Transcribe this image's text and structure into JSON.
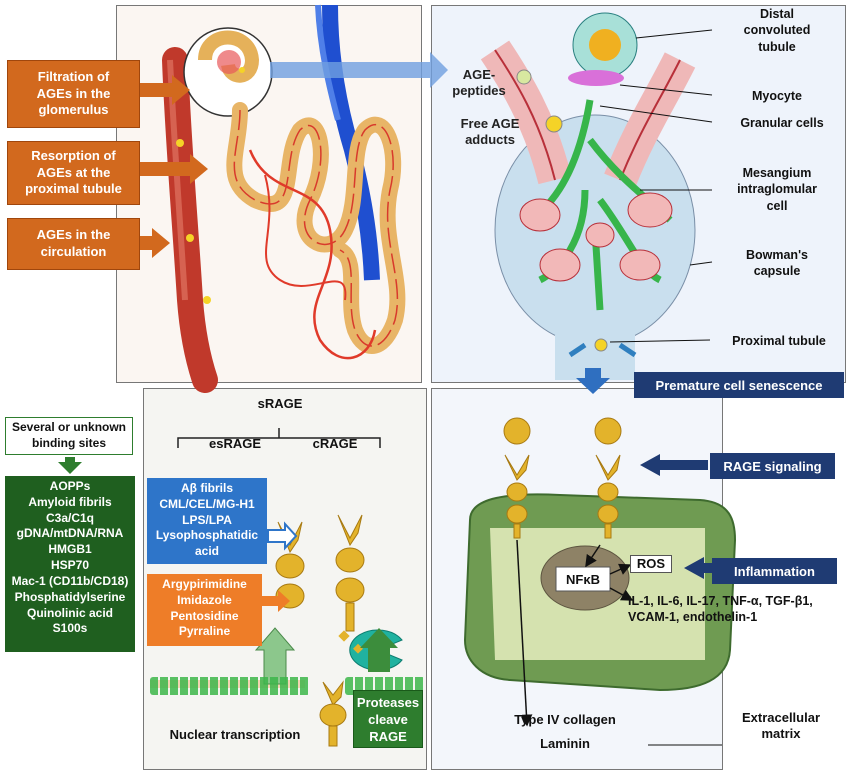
{
  "colors": {
    "orange": "#d2691e",
    "navy": "#1f3b73",
    "dark_green": "#1f5f1f",
    "blue_box": "#2e75c9",
    "orange_box": "#ee7d28",
    "arrow_blue": "#4a7cc4"
  },
  "left_labels": [
    {
      "text": "Filtration of AGEs in the glomerulus",
      "lines": [
        "Filtration of",
        "AGEs in the",
        "glomerulus"
      ]
    },
    {
      "text": "Resorption of AGEs at the proximal tubule",
      "lines": [
        "Resorption of",
        "AGEs at the",
        "proximal tubule"
      ]
    },
    {
      "text": "AGEs in the circulation",
      "lines": [
        "AGEs in the",
        "circulation"
      ]
    }
  ],
  "glomerulus": {
    "age_peptides": [
      "AGE-",
      "peptides"
    ],
    "free_age_adducts": [
      "Free AGE",
      "adducts"
    ],
    "right_labels": [
      {
        "lines": [
          "Distal",
          "convoluted",
          "tubule"
        ]
      },
      {
        "lines": [
          "Myocyte"
        ]
      },
      {
        "lines": [
          "Granular cells"
        ]
      },
      {
        "lines": [
          "Mesangium",
          "intraglomular",
          "cell"
        ]
      },
      {
        "lines": [
          "Bowman's",
          "capsule"
        ]
      },
      {
        "lines": [
          "Proximal tubule"
        ]
      }
    ]
  },
  "senescence": "Premature cell senescence",
  "srage": {
    "title": "sRAGE",
    "esrage": "esRAGE",
    "crage": "cRAGE",
    "unknown_box": [
      "Several or unknown",
      "binding sites"
    ],
    "ligands_green": [
      "AOPPs",
      "Amyloid fibrils",
      "C3a/C1q",
      "gDNA/mtDNA/RNA",
      "HMGB1",
      "HSP70",
      "Mac-1 (CD11b/CD18)",
      "Phosphatidylserine",
      "Quinolinic acid",
      "S100s"
    ],
    "ligands_blue": [
      "Aβ fibrils",
      "CML/CEL/MG-H1",
      "LPS/LPA",
      "Lysophosphatidic",
      "acid"
    ],
    "ligands_orange": [
      "Argypirimidine",
      "Imidazole",
      "Pentosidine",
      "Pyrraline"
    ],
    "nuclear_transcription": "Nuclear transcription",
    "proteases": [
      "Proteases",
      "cleave",
      "RAGE"
    ]
  },
  "signaling": {
    "rage_signaling": "RAGE signaling",
    "inflammation": "Inflammation",
    "nfkb": "NFκB",
    "ros": "ROS",
    "cytokines": [
      "IL-1, IL-6, IL-17, TNF-α, TGF-β1,",
      "VCAM-1, endothelin-1"
    ],
    "collagen": "Type IV collagen",
    "laminin": "Laminin",
    "ecm": [
      "Extracellular",
      "matrix"
    ]
  }
}
